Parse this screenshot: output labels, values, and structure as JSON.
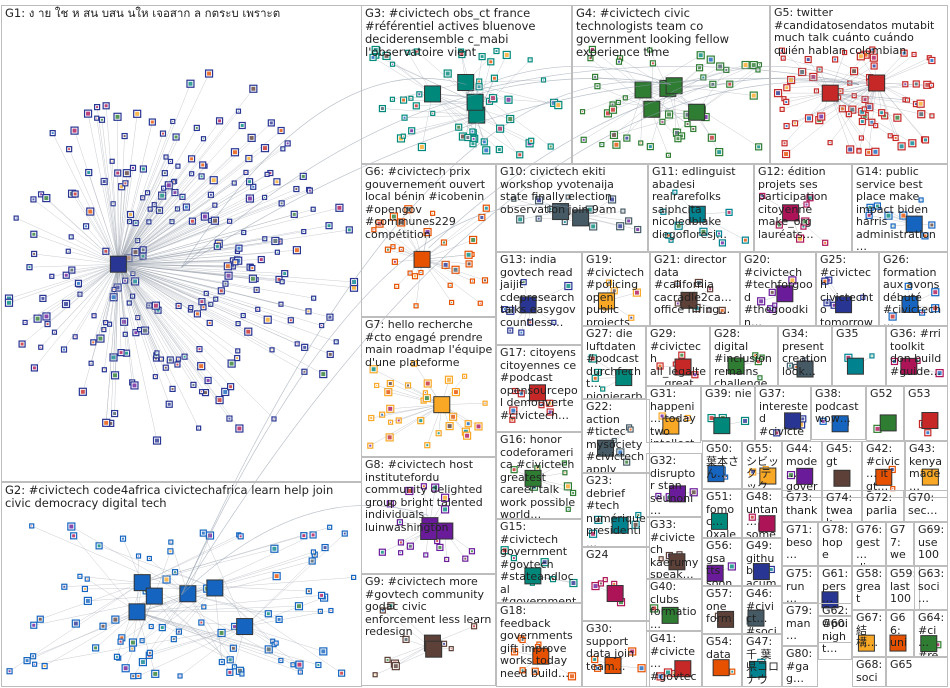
{
  "groups": [
    {
      "id": "G1",
      "text": "G1: ง าย ใช ห สน บสน นให เจอสาก  ล  กตระบ  เพราะต"
    },
    {
      "id": "G2",
      "text": "G2: #civictech code4africa civictechafrica learn help join civic democracy digital tech"
    },
    {
      "id": "G3",
      "text": "G3: #civictech obs_ct france #référentiel actives bluenove deciderensemble c_mabi l'observatoire vient"
    },
    {
      "id": "G4",
      "text": "G4: #civictech civic technologists team co government looking fellow experience time"
    },
    {
      "id": "G5",
      "text": "G5: twitter #candidatosendatos mutabit much talk cuánto cuándo quién hablan colombian"
    },
    {
      "id": "G6",
      "text": "G6: #civictech prix gouvernement ouvert local bénin #icobenin #opengov #communes229 compétition"
    },
    {
      "id": "G7",
      "text": "G7: hello recherche #cto engagé prendre main roadmap l'équipe d'une plateforme"
    },
    {
      "id": "G8",
      "text": "G8: #civictech host institutefordu community delighted group bright talented individuals luinwashington"
    },
    {
      "id": "G9",
      "text": "G9: #civictech more #govtech community godac civic enforcement less learn redesign"
    },
    {
      "id": "G10",
      "text": "G10: civictech ekiti workshop yvotenaija state finally election observation join 9am"
    },
    {
      "id": "G11",
      "text": "G11: edlinguist abadesi realrarefolks saiphcita nicoledblake diegofloresj…"
    },
    {
      "id": "G12",
      "text": "G12: édition projets ses participation citoyenne make_org lauréats…"
    },
    {
      "id": "G13",
      "text": "G13: india govtech read jaijit cdepresearch talks easygov countless…"
    },
    {
      "id": "G14",
      "text": "G14: public service best place make impact biden harris administration…"
    },
    {
      "id": "G15",
      "text": "G15: #civictech government #govtech #stateandlocal #governmentit #localgov…"
    },
    {
      "id": "G16",
      "text": "G16: honor codeforamerica #civictech greatest career talk work possible world…"
    },
    {
      "id": "G17",
      "text": "G17: citoyens citoyennes ce #podcast opensourcepol demouverte #civictech…"
    },
    {
      "id": "G18",
      "text": "G18: feedback governments gift improve works today need build…"
    },
    {
      "id": "G19",
      "text": "G19: #civictech #policing open public projects events policing #oss…"
    },
    {
      "id": "G20",
      "text": "G20: #civictech #techforgood #thegoodkin… codeforpaki…"
    },
    {
      "id": "G21",
      "text": "G21: director data #california cacradle2ca… office hiring…"
    },
    {
      "id": "G22",
      "text": "G22: action #tictec mysociety #civictech apply work…"
    },
    {
      "id": "G23",
      "text": "G23: debrief #tech numérique presidenti…"
    },
    {
      "id": "G24",
      "text": "G24"
    },
    {
      "id": "G25",
      "text": "G25: #civictech civictechto tomorrow 7pm…"
    },
    {
      "id": "G26",
      "text": "G26: formation aux avons débuté #civictech…"
    },
    {
      "id": "G27",
      "text": "G27: die luftdaten #podcast durchfecht… pionierarb…"
    },
    {
      "id": "G28",
      "text": "G28: digital #inclusion remains challenge…"
    },
    {
      "id": "G29",
      "text": "G29: #civictech all_legalte… great…"
    },
    {
      "id": "G30",
      "text": "G30: support data join team…"
    },
    {
      "id": "G31",
      "text": "G31: happeni… today two intellect…"
    },
    {
      "id": "G32",
      "text": "G32: disruptor stan seunoni…"
    },
    {
      "id": "G33",
      "text": "G33: #civictech kaerumy speak…"
    },
    {
      "id": "G34",
      "text": "G34: present creation look…"
    },
    {
      "id": "G35",
      "text": "G35"
    },
    {
      "id": "G36",
      "text": "G36: #rri toolkit don build #guide…"
    },
    {
      "id": "G37",
      "text": "G37: interested #civictec…"
    },
    {
      "id": "G38",
      "text": "G38: podcast wow…"
    },
    {
      "id": "G39",
      "text": "G39: nie"
    },
    {
      "id": "G40",
      "text": "G40: clubs formatio…"
    },
    {
      "id": "G41",
      "text": "G41: #civicte… #govtec…"
    },
    {
      "id": "G42",
      "text": "G42: #civic… it gt…"
    },
    {
      "id": "G43",
      "text": "G43: kenya made…"
    },
    {
      "id": "G44",
      "text": "G44: mode… gover…"
    },
    {
      "id": "G45",
      "text": "G45: gt"
    },
    {
      "id": "G46",
      "text": "G46: #civict… #socia…"
    },
    {
      "id": "G47",
      "text": "G47: 千 葉県コロ ナウイ…"
    },
    {
      "id": "G48",
      "text": "G48: untan… some…"
    },
    {
      "id": "G49",
      "text": "G49: github acum…"
    },
    {
      "id": "G50",
      "text": "G50: 葉本さん…"
    },
    {
      "id": "G51",
      "text": "G51: fomoc… 0xale…"
    },
    {
      "id": "G52",
      "text": "G52"
    },
    {
      "id": "G53",
      "text": "G53"
    },
    {
      "id": "G54",
      "text": "G54: data"
    },
    {
      "id": "G55",
      "text": "G55: シビック テック…"
    },
    {
      "id": "G56",
      "text": "G56: gsa tts soon…"
    },
    {
      "id": "G57",
      "text": "G57: one form…"
    },
    {
      "id": "G58",
      "text": "G58: great"
    },
    {
      "id": "G59",
      "text": "G59: last 100…"
    },
    {
      "id": "G60",
      "text": "G60: night…"
    },
    {
      "id": "G61",
      "text": "G61: pers…"
    },
    {
      "id": "G62",
      "text": "G62: #poi…"
    },
    {
      "id": "G63",
      "text": "G63: soci…"
    },
    {
      "id": "G64",
      "text": "G64: #ci… #re…"
    },
    {
      "id": "G65",
      "text": "G65"
    },
    {
      "id": "G66",
      "text": "G66: uni… pro…"
    },
    {
      "id": "G67",
      "text": "G67: 結構…"
    },
    {
      "id": "G68",
      "text": "G68: socia…"
    },
    {
      "id": "G69",
      "text": "G69: use 100…"
    },
    {
      "id": "G70",
      "text": "G70: sec…"
    },
    {
      "id": "G71",
      "text": "G71: beso…"
    },
    {
      "id": "G72",
      "text": "G72: parlia…"
    },
    {
      "id": "G73",
      "text": "G73: thank…"
    },
    {
      "id": "G74",
      "text": "G74: tweak…"
    },
    {
      "id": "G75",
      "text": "G75: run…"
    },
    {
      "id": "G76",
      "text": "G76: gest… die…"
    },
    {
      "id": "G77",
      "text": "G77: wee… job…"
    },
    {
      "id": "G78",
      "text": "G78: hope peo…"
    },
    {
      "id": "G79",
      "text": "G79: man…"
    },
    {
      "id": "G80",
      "text": "G80: #gag…"
    }
  ],
  "colors": {
    "G1": "#283593",
    "G2": "#1565c0",
    "G3": "#00897b",
    "G4": "#2e7d32",
    "G5": "#c62828",
    "G6": "#e65100",
    "G7": "#f9a825",
    "G8": "#6a1b9a",
    "G9": "#5d4037",
    "G10": "#455a64",
    "edge": "#8e9aa8"
  }
}
